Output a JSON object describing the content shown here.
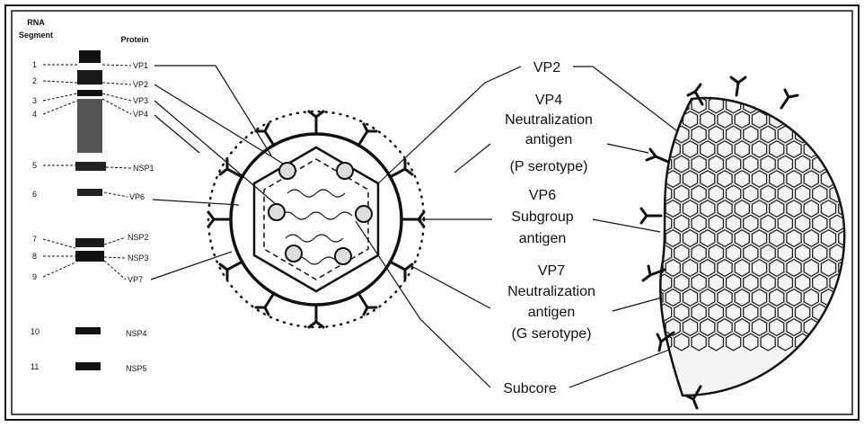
{
  "gel": {
    "header_rna": "RNA",
    "header_segment": "Segment",
    "header_protein": "Protein",
    "rows": [
      {
        "segment": "1",
        "protein": "VP1"
      },
      {
        "segment": "2",
        "protein": "VP2"
      },
      {
        "segment": "3",
        "protein": "VP3"
      },
      {
        "segment": "4",
        "protein": "VP4"
      },
      {
        "segment": "5",
        "protein": "NSP1"
      },
      {
        "segment": "6",
        "protein": "VP6"
      },
      {
        "segment": "7",
        "protein": "NSP2"
      },
      {
        "segment": "8",
        "protein": "NSP3"
      },
      {
        "segment": "9",
        "protein": "VP7"
      },
      {
        "segment": "10",
        "protein": "NSP4"
      },
      {
        "segment": "11",
        "protein": "NSP5"
      }
    ]
  },
  "callouts": {
    "vp2": "VP2",
    "vp4_line1": "VP4",
    "vp4_line2": "Neutralization",
    "vp4_line3": "antigen",
    "vp4_line4": "(P serotype)",
    "vp6_line1": "VP6",
    "vp6_line2": "Subgroup",
    "vp6_line3": "antigen",
    "vp7_line1": "VP7",
    "vp7_line2": "Neutralization",
    "vp7_line3": "antigen",
    "vp7_line4": "(G serotype)",
    "subcore": "Subcore"
  }
}
